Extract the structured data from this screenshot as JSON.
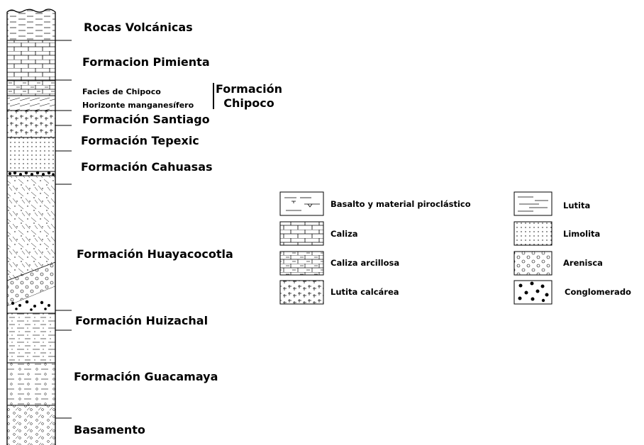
{
  "column": {
    "formations": [
      {
        "name": "Rocas Volcánicas"
      },
      {
        "name": "Formacion Pimienta"
      },
      {
        "name": "Formación Santiago"
      },
      {
        "name": "Formación Tepexic"
      },
      {
        "name": "Formación Cahuasas"
      },
      {
        "name": "Formación Huayacocotla"
      },
      {
        "name": "Formación Huizachal"
      },
      {
        "name": "Formación Guacamaya"
      },
      {
        "name": "Basamento"
      }
    ],
    "chipoco": {
      "facies": "Facies de Chipoco",
      "horizonte": "Horizonte manganesífero",
      "title_line1": "Formación",
      "title_line2": "Chipoco"
    }
  },
  "legend": {
    "left": [
      {
        "label": "Basalto y material piroclástico",
        "pattern": "basalto"
      },
      {
        "label": "Caliza",
        "pattern": "caliza"
      },
      {
        "label": "Caliza arcillosa",
        "pattern": "caliza-arcillosa"
      },
      {
        "label": "Lutita calcárea",
        "pattern": "lutita-calcarea"
      }
    ],
    "right": [
      {
        "label": "Lutita",
        "pattern": "lutita"
      },
      {
        "label": "Limolita",
        "pattern": "limolita"
      },
      {
        "label": "Arenisca",
        "pattern": "arenisca"
      },
      {
        "label": "Conglomerado",
        "pattern": "conglomerado"
      }
    ]
  }
}
